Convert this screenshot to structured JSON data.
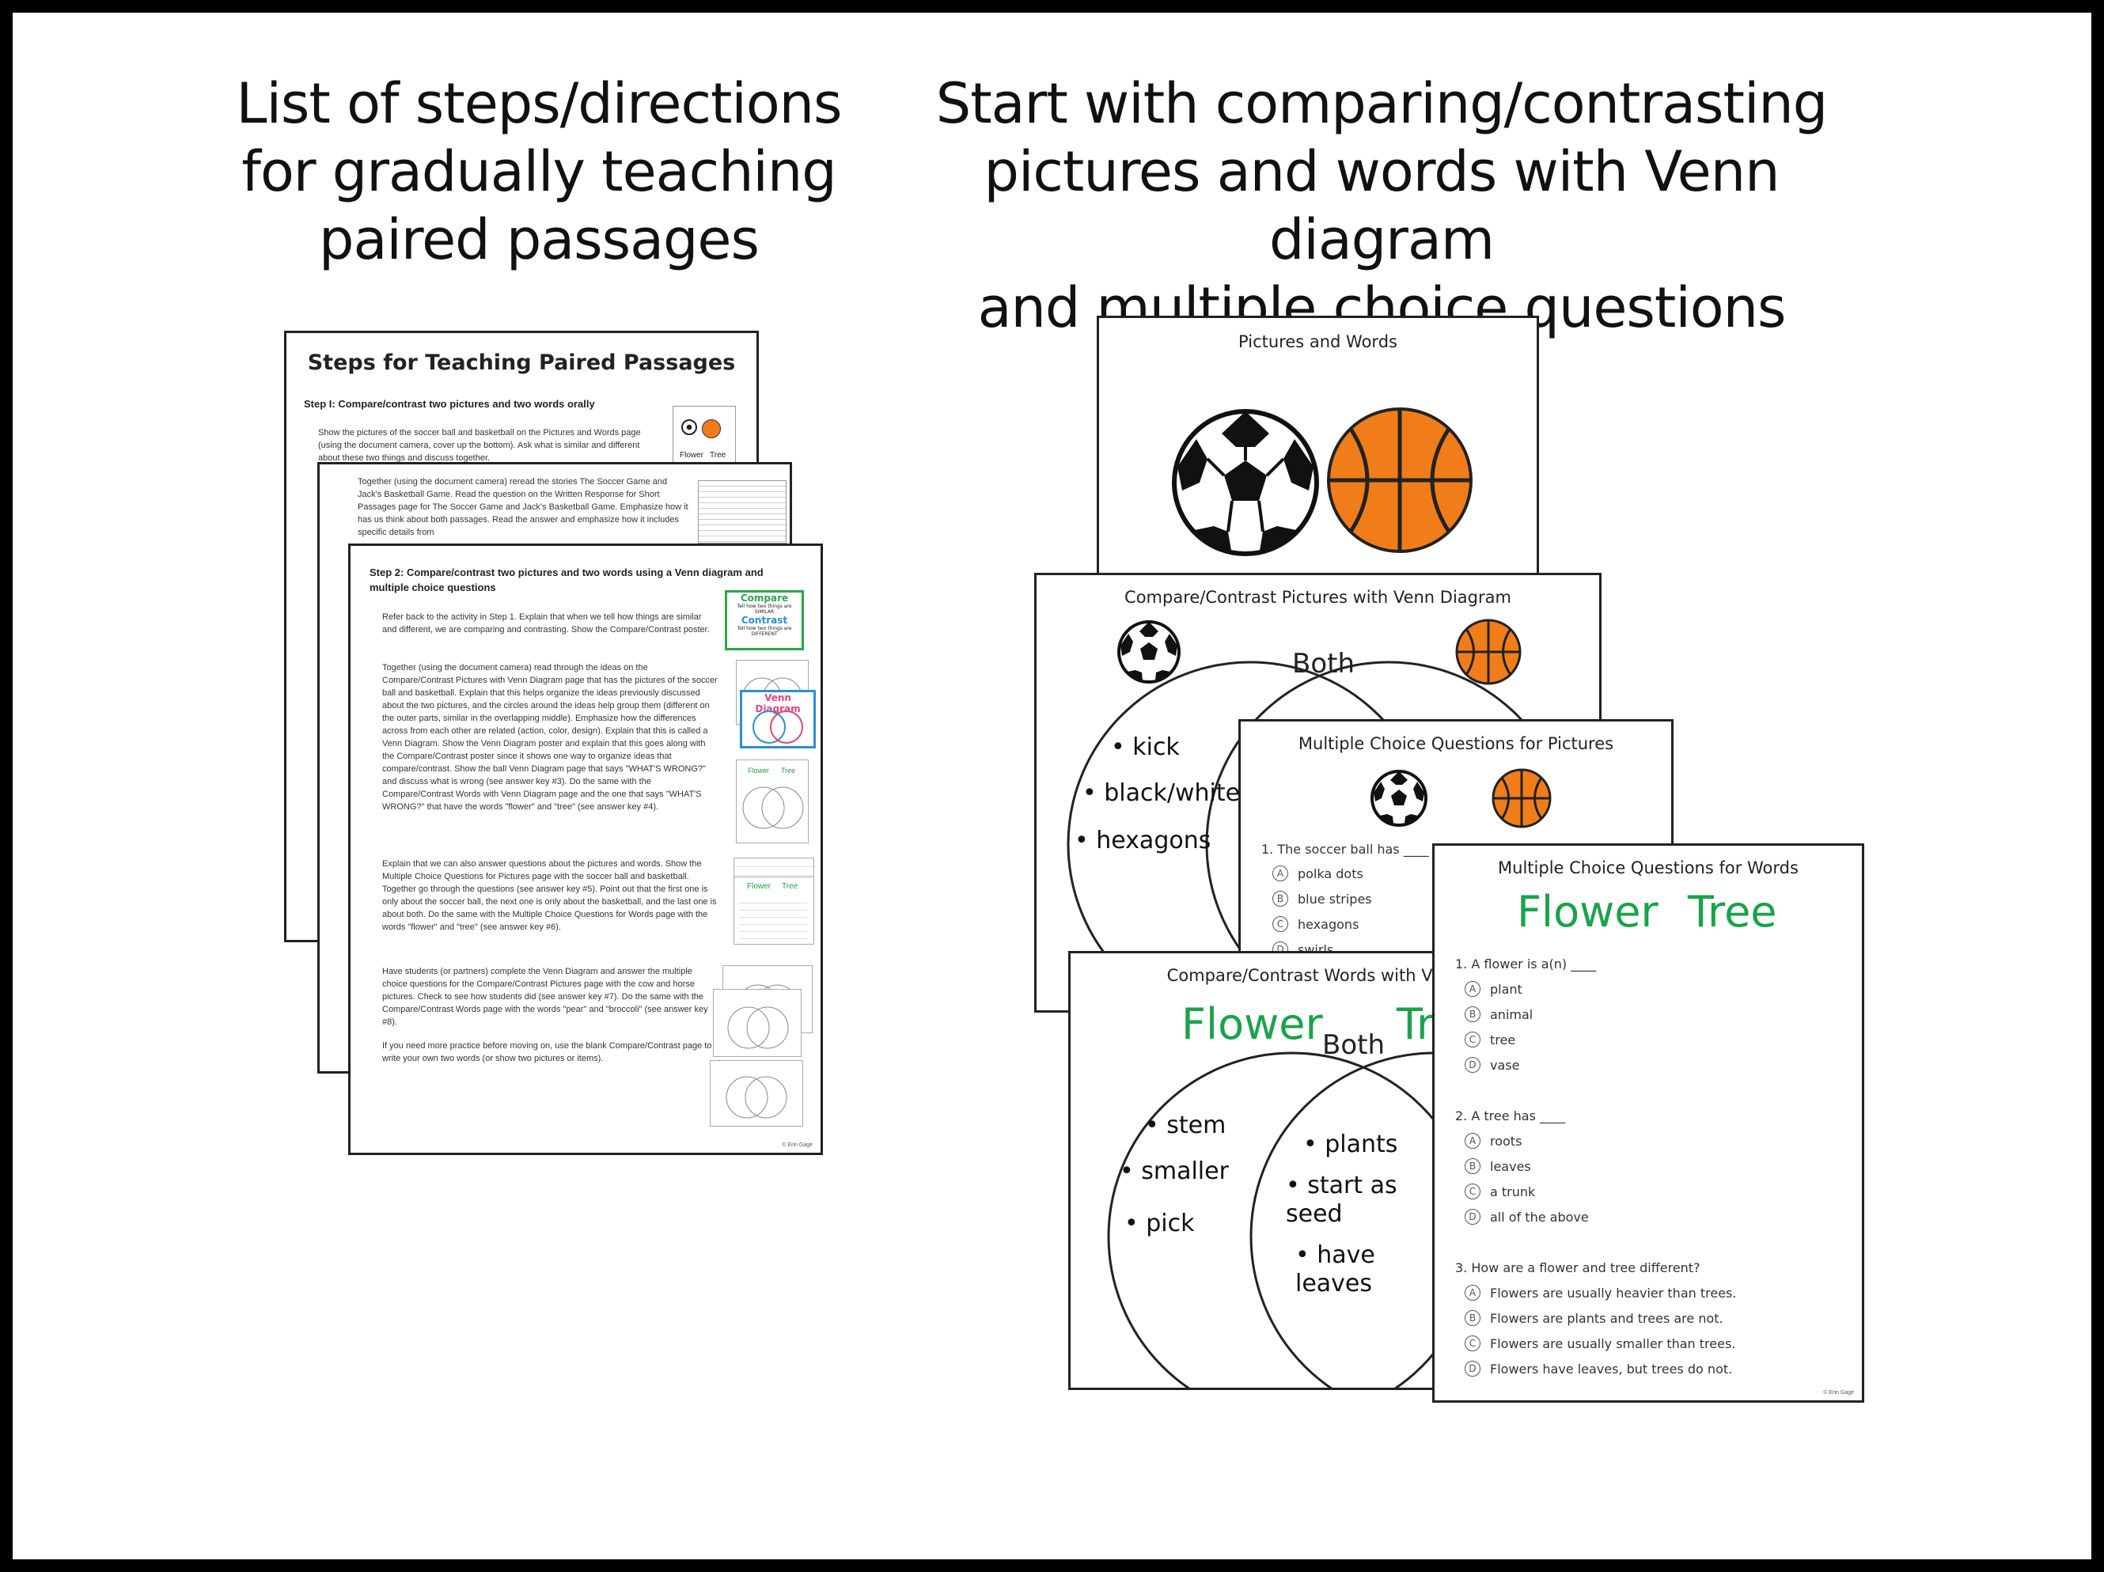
{
  "headings": {
    "left": "List of steps/directions\nfor gradually teaching\npaired passages",
    "right": "Start with comparing/contrasting\npictures and words with Venn diagram\nand multiple choice questions"
  },
  "steps_doc": {
    "title": "Steps for Teaching Paired Passages",
    "step1_heading": "Step I: Compare/contrast two pictures and two words orally",
    "step1_text": "Show the pictures of the soccer ball and basketball on the Pictures and Words page (using the document camera, cover up the bottom). Ask what is similar and different about these two things and discuss together.",
    "thumb1_words": [
      "Flower",
      "Tree"
    ],
    "page2_text": "Together (using the document camera) reread the stories The Soccer Game and Jack's Basketball Game. Read the question on the Written Response for Short Passages page for The Soccer Game and Jack's Basketball Game. Emphasize how it has us think about both passages. Read the answer and emphasize how it includes specific details from",
    "step2_heading": "Step 2: Compare/contrast two pictures and two words using a Venn diagram and multiple choice questions",
    "bullets": [
      "Refer back to the activity in Step 1. Explain that when we tell how things are similar and different, we are comparing and contrasting. Show the Compare/Contrast poster.",
      "Together (using the document camera) read through the ideas on the Compare/Contrast Pictures with Venn Diagram page that has the pictures of the soccer ball and basketball. Explain that this helps organize the ideas previously discussed about the two pictures, and the circles around the ideas help group them (different on the outer parts, similar in the overlapping middle). Emphasize how the differences across from each other are related (action, color, design). Explain that this is called a Venn Diagram. Show the Venn Diagram poster and explain that this goes along with the Compare/Contrast poster since it shows one way to organize ideas that compare/contrast. Show the ball Venn Diagram page that says \"WHAT'S WRONG?\" and discuss what is wrong (see answer key #3). Do the same with the Compare/Contrast Words with Venn Diagram page and the one that says \"WHAT'S WRONG?\" that have the words \"flower\" and \"tree\" (see answer key #4).",
      "Explain that we can also answer questions about the pictures and words. Show the Multiple Choice Questions for Pictures page with the soccer ball and basketball. Together go through the questions (see answer key #5). Point out that the first one is only about the soccer ball, the next one is only about the basketball, and the last one is about both. Do the same with the Multiple Choice Questions for Words page with the words \"flower\" and \"tree\" (see answer key #6).",
      "Have students (or partners) complete the Venn Diagram and answer the multiple choice questions for the Compare/Contrast Pictures page with the cow and horse pictures. Check to see how students did (see answer key #7). Do the same with the Compare/Contrast Words page with the words \"pear\" and \"broccoli\" (see answer key #8).",
      "If you need more practice before moving on, use the blank Compare/Contrast page to write your own two words (or show two pictures or items)."
    ],
    "poster": {
      "compare": "Compare",
      "compare_sub": "Tell how two things are SIMILAR",
      "contrast": "Contrast",
      "contrast_sub": "Tell how two things are DIFFERENT"
    },
    "venn_poster": "Venn Diagram",
    "thumb_words": [
      "Flower",
      "Tree"
    ],
    "copyright": "© Erin Gage"
  },
  "pictures_words": {
    "title": "Pictures and Words"
  },
  "venn_pictures": {
    "title": "Compare/Contrast Pictures with Venn Diagram",
    "both_label": "Both",
    "left_items": [
      "kick",
      "black/white",
      "hexagons"
    ]
  },
  "mcq_pictures": {
    "title": "Multiple Choice Questions for Pictures",
    "question": "1. The soccer ball has ____",
    "options": [
      {
        "letter": "A",
        "text": "polka dots"
      },
      {
        "letter": "B",
        "text": "blue stripes"
      },
      {
        "letter": "C",
        "text": "hexagons"
      },
      {
        "letter": "D",
        "text": "swirls"
      }
    ]
  },
  "venn_words": {
    "title": "Compare/Contrast Words with Venn Diagram",
    "word_left": "Flower",
    "word_right": "Tree",
    "both_label": "Both",
    "left_items": [
      "stem",
      "smaller",
      "pick"
    ],
    "middle_items": [
      "plants",
      "start as seed",
      "have leaves"
    ]
  },
  "mcq_words": {
    "title": "Multiple Choice Questions for Words",
    "word_left": "Flower",
    "word_right": "Tree",
    "questions": [
      {
        "q": "1. A flower is a(n) ____",
        "options": [
          {
            "letter": "A",
            "text": "plant"
          },
          {
            "letter": "B",
            "text": "animal"
          },
          {
            "letter": "C",
            "text": "tree"
          },
          {
            "letter": "D",
            "text": "vase"
          }
        ]
      },
      {
        "q": "2. A tree has ____",
        "options": [
          {
            "letter": "A",
            "text": "roots"
          },
          {
            "letter": "B",
            "text": "leaves"
          },
          {
            "letter": "C",
            "text": "a trunk"
          },
          {
            "letter": "D",
            "text": "all of the above"
          }
        ]
      },
      {
        "q": "3. How are a flower and tree different?",
        "options": [
          {
            "letter": "A",
            "text": "Flowers are usually heavier than trees."
          },
          {
            "letter": "B",
            "text": "Flowers are plants and trees are not."
          },
          {
            "letter": "C",
            "text": "Flowers are usually smaller than trees."
          },
          {
            "letter": "D",
            "text": "Flowers have leaves, but trees do not."
          }
        ]
      }
    ],
    "copyright": "© Erin Gage"
  },
  "colors": {
    "green_text": "#1aa34a",
    "basketball": "#f07d1a",
    "poster_green": "#2aa84a",
    "poster_blue": "#2a8fd4",
    "venn_poster_pink": "#e0457b"
  }
}
